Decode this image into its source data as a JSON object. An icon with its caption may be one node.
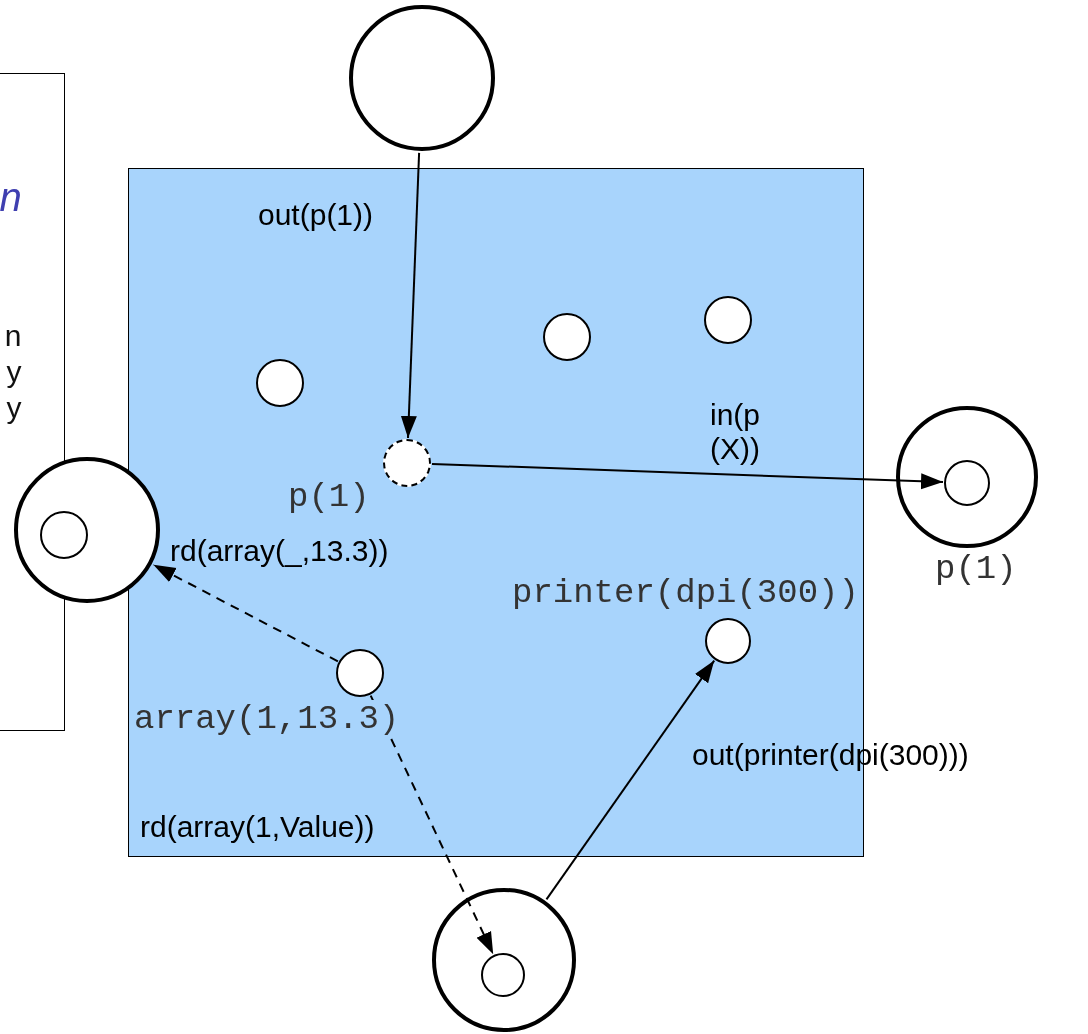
{
  "diagram": {
    "nodes": [
      {
        "text": [
          "n",
          "n y y"
        ]
      },
      {
        "text": [],
        "shape": "circle"
      },
      {
        "text": [],
        "shape": "box"
      },
      {
        "text": [],
        "shape": "circle",
        "in": 2
      },
      {
        "text": [],
        "shape": "circle",
        "in": 2
      },
      {
        "text": [],
        "shape": "circle",
        "in": 2
      },
      {
        "text": [],
        "shape": "circle",
        "in": 2,
        "beside": [
          "p(1)"
        ]
      },
      {
        "text": [],
        "shape": "circle"
      },
      {
        "text": [],
        "shape": "circle",
        "in": 7
      },
      {
        "text": [],
        "shape": "circle"
      },
      {
        "text": [],
        "shape": "circle",
        "in": 9,
        "beside": [
          "p(1)"
        ]
      },
      {
        "text": [],
        "shape": "circle",
        "in": 2,
        "beside": [
          "array(1,13.3)"
        ]
      },
      {
        "text": [],
        "shape": "circle",
        "in": 2,
        "beside": [
          "printer(dpi(300))"
        ]
      },
      {
        "text": [],
        "shape": "circle"
      },
      {
        "text": [],
        "shape": "circle",
        "in": 13
      }
    ],
    "edges": [
      {
        "from": 1,
        "to": 6,
        "arrow": "to",
        "label": "out(p(1))"
      },
      {
        "from": 6,
        "to": 10,
        "arrow": "to",
        "label": "in(p (X))"
      },
      {
        "from": 11,
        "to": 7,
        "arrow": "to",
        "style": "dashed",
        "label": "rd(array(_,13.3))"
      },
      {
        "from": 11,
        "to": 14,
        "arrow": "to",
        "style": "dashed",
        "label": "rd(array(1,Value))"
      },
      {
        "from": 13,
        "to": 12,
        "arrow": "to",
        "label": "out(printer(dpi(300)))"
      }
    ]
  }
}
